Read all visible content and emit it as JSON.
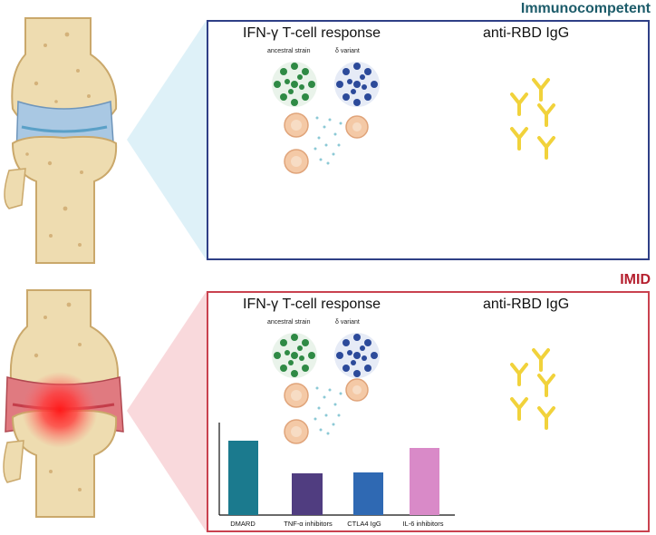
{
  "top_panel": {
    "tag": "Immunocompetent",
    "tcell_heading": "IFN-γ T-cell response",
    "igg_heading": "anti-RBD IgG",
    "virus_labels": [
      "ancestral strain",
      "δ variant"
    ]
  },
  "bottom_panel": {
    "tag": "IMID",
    "tcell_heading": "IFN-γ T-cell response",
    "igg_heading": "anti-RBD IgG",
    "virus_labels": [
      "ancestral strain",
      "δ variant"
    ]
  },
  "colors": {
    "top_border": "#2f3f86",
    "bottom_border": "#c9424f",
    "top_tag": "#1d5c6a",
    "bottom_tag": "#b5202f",
    "ancestral_virus": "#2f8a45",
    "delta_virus": "#2c4a9a",
    "antibody": "#f1d23b",
    "cell": "#f4c9a6"
  },
  "chart_data": {
    "type": "bar",
    "categories": [
      "DMARD",
      "TNF-α inhibitors",
      "CTLA4 IgG",
      "IL-6 inhibitors"
    ],
    "values": [
      0.82,
      0.46,
      0.47,
      0.74
    ],
    "colors": [
      "#1b7a8e",
      "#503d80",
      "#2f69b3",
      "#d98ac8"
    ],
    "title": "",
    "xlabel": "",
    "ylabel": "",
    "ylim": [
      0,
      1
    ],
    "grid": false
  }
}
